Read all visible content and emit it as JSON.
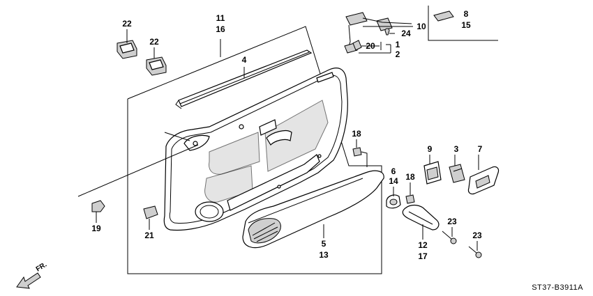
{
  "diagram": {
    "callouts": {
      "c11": "11",
      "c16": "16",
      "c4": "4",
      "c22a": "22",
      "c22b": "22",
      "c10": "10",
      "c24": "24",
      "c1": "1",
      "c20": "20",
      "c2": "2",
      "c8": "8",
      "c15": "15",
      "c18a": "18",
      "c9": "9",
      "c3": "3",
      "c7": "7",
      "c6": "6",
      "c14": "14",
      "c18b": "18",
      "c19": "19",
      "c21": "21",
      "c5": "5",
      "c13": "13",
      "c23a": "23",
      "c23b": "23",
      "c12": "12",
      "c17": "17"
    },
    "direction_label": "FR.",
    "drawing_code": "ST37-B3911A"
  },
  "colors": {
    "line": "#000000",
    "background": "#ffffff",
    "shade": "#cfcfcf"
  }
}
